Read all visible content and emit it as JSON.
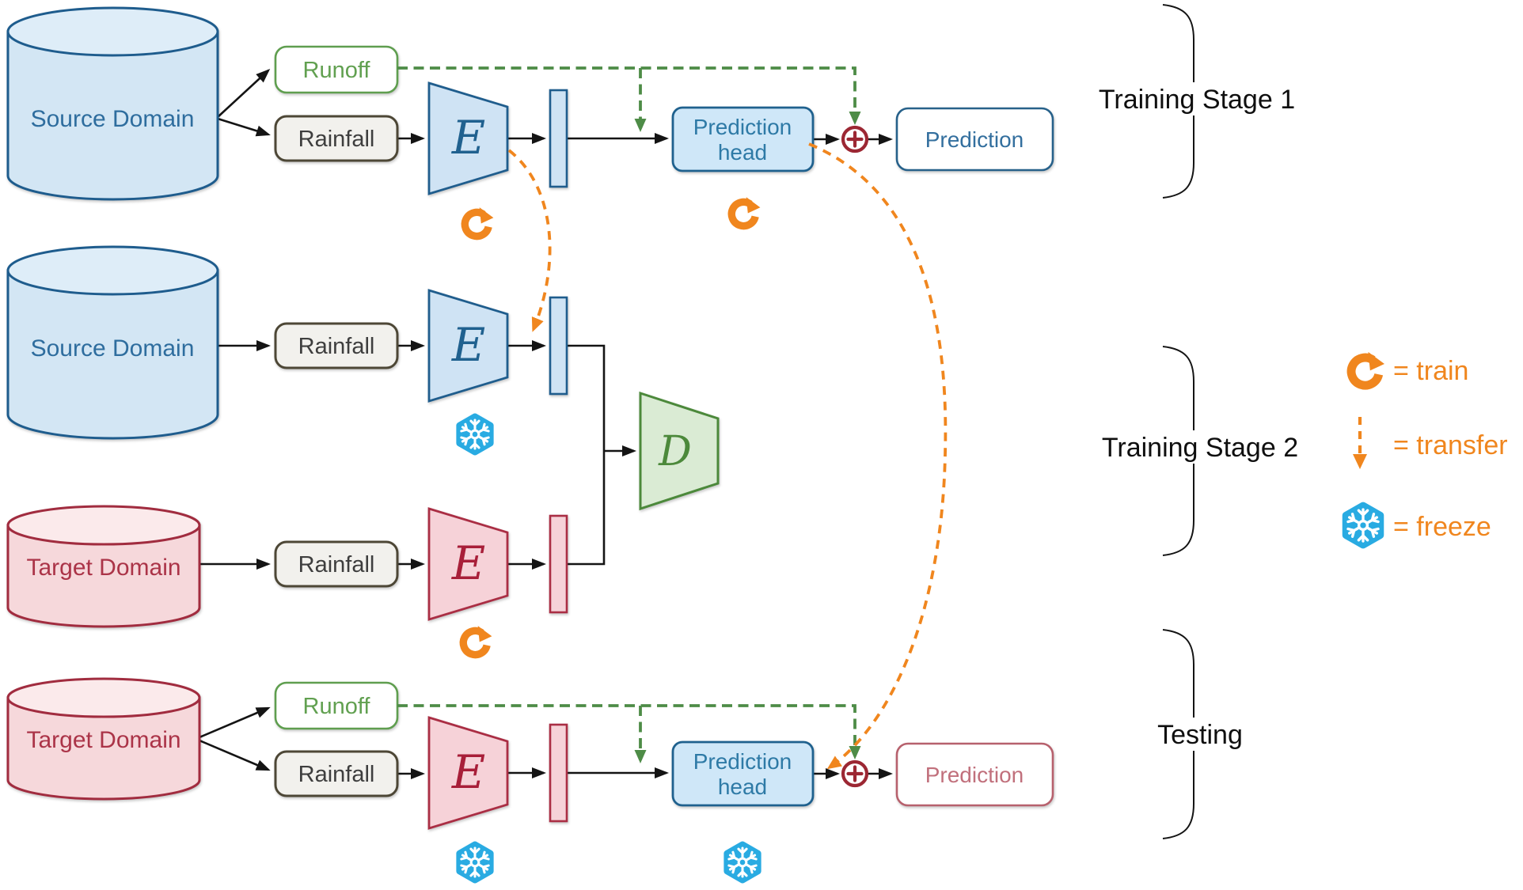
{
  "diagram": {
    "labels": {
      "source_domain": "Source Domain",
      "target_domain": "Target Domain",
      "runoff": "Runoff",
      "rainfall": "Rainfall",
      "encoder": "E",
      "discriminator": "D",
      "prediction_head_line1": "Prediction",
      "prediction_head_line2": "head",
      "prediction": "Prediction"
    },
    "stages": {
      "stage1": "Training Stage 1",
      "stage2": "Training Stage 2",
      "testing": "Testing"
    },
    "legend": {
      "train": "= train",
      "transfer": "= transfer",
      "freeze": "= freeze"
    },
    "colors": {
      "srcFill": "#d3e6f4",
      "srcTop": "#deedf8",
      "srcStroke": "#1e5c8d",
      "srcText": "#2e6d9e",
      "tgtFill": "#f6d8db",
      "tgtTop": "#fbeaeb",
      "tgtStroke": "#a12c3f",
      "tgtText": "#ab3448",
      "runoffStroke": "#5f9e4f",
      "runoffText": "#61a050",
      "rainFill": "#f2f1ed",
      "rainStroke": "#4d4736",
      "rainText": "#3e3e3e",
      "encBlueFill": "#cfe3f4",
      "encBlueStroke": "#1f5d8d",
      "encBlueLetter": "#20618f",
      "encPinkFill": "#f6d2d8",
      "encPinkStroke": "#aa2e44",
      "encPinkLetter": "#a81f39",
      "discFill": "#daebd4",
      "discStroke": "#4c893b",
      "headFill": "#cfe7f8",
      "headStroke": "#1f618e",
      "headText": "#2e7aa6",
      "predBlueStroke": "#27618a",
      "predBlueText": "#336f9e",
      "predPinkStroke": "#b7616d",
      "predPinkText": "#c1707c",
      "plus": "#9c2733",
      "greenDash": "#4e8c47",
      "orange": "#f0861e",
      "flake": "#29abe2",
      "line": "#141414"
    }
  }
}
